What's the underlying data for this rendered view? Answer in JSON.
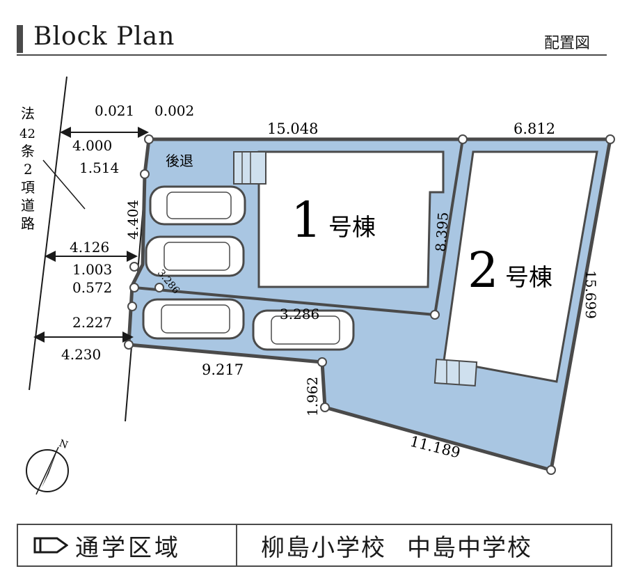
{
  "header": {
    "title": "Block Plan",
    "title_jp": "配置図"
  },
  "road_label": [
    "法",
    "42",
    "条",
    "2",
    "項",
    "道",
    "路"
  ],
  "setback_label": "後退",
  "north_label": "N",
  "buildings": [
    {
      "label_num": "1",
      "label_suffix": "号棟"
    },
    {
      "label_num": "2",
      "label_suffix": "号棟"
    }
  ],
  "dimensions": {
    "d_0021": "0.021",
    "d_0002": "0.002",
    "d_15048": "15.048",
    "d_6812": "6.812",
    "d_4000": "4.000",
    "d_1514": "1.514",
    "d_4404": "4.404",
    "d_8395": "8.395",
    "d_4126": "4.126",
    "d_1003": "1.003",
    "d_0572": "0.572",
    "d_2227": "2.227",
    "d_4230": "4.230",
    "d_9217": "9.217",
    "d_1962": "1.962",
    "d_11189": "11.189",
    "d_15699": "15.699",
    "d_3288": "3.286",
    "d_angle": "3.286"
  },
  "footer": {
    "school_label": "通学区域",
    "elementary": "柳島小学校",
    "junior_high": "中島中学校"
  },
  "colors": {
    "lot_fill": "#a9c6e2",
    "outline": "#4a4a4a",
    "building_fill": "#ffffff"
  }
}
